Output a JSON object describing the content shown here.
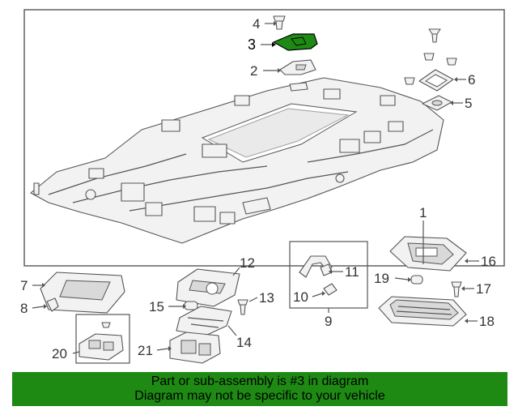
{
  "diagram": {
    "callouts": [
      {
        "id": "1",
        "label": "1"
      },
      {
        "id": "2",
        "label": "2"
      },
      {
        "id": "3",
        "label": "3"
      },
      {
        "id": "4",
        "label": "4"
      },
      {
        "id": "5",
        "label": "5"
      },
      {
        "id": "6",
        "label": "6"
      },
      {
        "id": "7",
        "label": "7"
      },
      {
        "id": "8",
        "label": "8"
      },
      {
        "id": "9",
        "label": "9"
      },
      {
        "id": "10",
        "label": "10"
      },
      {
        "id": "11",
        "label": "11"
      },
      {
        "id": "12",
        "label": "12"
      },
      {
        "id": "13",
        "label": "13"
      },
      {
        "id": "14",
        "label": "14"
      },
      {
        "id": "15",
        "label": "15"
      },
      {
        "id": "16",
        "label": "16"
      },
      {
        "id": "17",
        "label": "17"
      },
      {
        "id": "18",
        "label": "18"
      },
      {
        "id": "19",
        "label": "19"
      },
      {
        "id": "20",
        "label": "20"
      },
      {
        "id": "21",
        "label": "21"
      }
    ],
    "highlight_color": "#1e8a14",
    "highlighted_part": "3"
  },
  "banner": {
    "line1": "Part or sub-assembly is #3 in diagram",
    "line2": "Diagram may not be specific to your vehicle",
    "background": "#1e8a14"
  }
}
